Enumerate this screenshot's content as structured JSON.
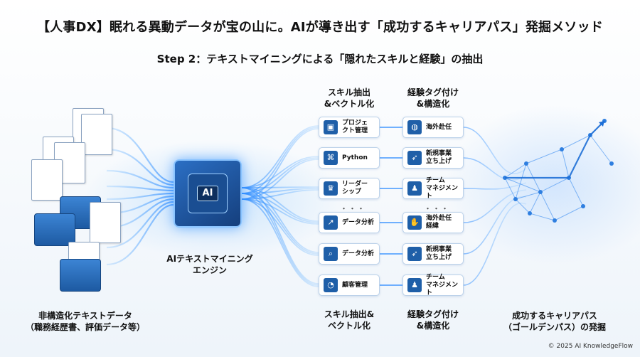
{
  "title": "【人事DX】眠れる異動データが宝の山に。AIが導き出す「成功するキャリアパス」発掘メソッド",
  "subtitle": "Step 2：テキストマイニングによる「隠れたスキルと経験」の抽出",
  "columns": {
    "skill_top": "スキル抽出\n&ベクトル化",
    "exp_top": "経験タグ付け\n&構造化",
    "skill_bottom": "スキル抽出&\nベクトル化",
    "exp_bottom": "経験タグ付け\n&構造化"
  },
  "engine_label": "AIテキストマイニング\nエンジン",
  "engine_badge": "AI",
  "source_label": "非構造化テキストデータ\n（職務経歴書、評価データ等）",
  "result_label": "成功するキャリアパス\n（ゴールデンパス）の発掘",
  "skills": [
    {
      "label": "プロジェ\nクト管理",
      "icon": "briefcase-icon",
      "glyph": "▣"
    },
    {
      "label": "Python",
      "icon": "python-icon",
      "glyph": "⌘"
    },
    {
      "label": "リーダー\nシップ",
      "icon": "trophy-icon",
      "glyph": "♛"
    },
    {
      "label": "データ分析",
      "icon": "chart-icon",
      "glyph": "↗"
    },
    {
      "label": "データ分析",
      "icon": "magnifier-icon",
      "glyph": "⌕"
    },
    {
      "label": "顧客管理",
      "icon": "pie-chart-icon",
      "glyph": "◔"
    }
  ],
  "experiences": [
    {
      "label": "海外赴任",
      "icon": "globe-icon",
      "glyph": "◍"
    },
    {
      "label": "新規事業\n立ち上げ",
      "icon": "rocket-icon",
      "glyph": "➶"
    },
    {
      "label": "チーム\nマネジメント",
      "icon": "team-icon",
      "glyph": "♟"
    },
    {
      "label": "海外赴任\n経緯",
      "icon": "handshake-icon",
      "glyph": "✋"
    },
    {
      "label": "新規事業\n立ち上げ",
      "icon": "rocket-icon",
      "glyph": "➶"
    },
    {
      "label": "チーム\nマネジメント",
      "icon": "team-icon",
      "glyph": "♟"
    }
  ],
  "ellipsis": "・・・",
  "copyright": "© 2025 AI KnowledgeFlow",
  "colors": {
    "accent": "#1f5fa8",
    "glow": "#4fa8ff",
    "card_border": "#bcd2ea"
  }
}
